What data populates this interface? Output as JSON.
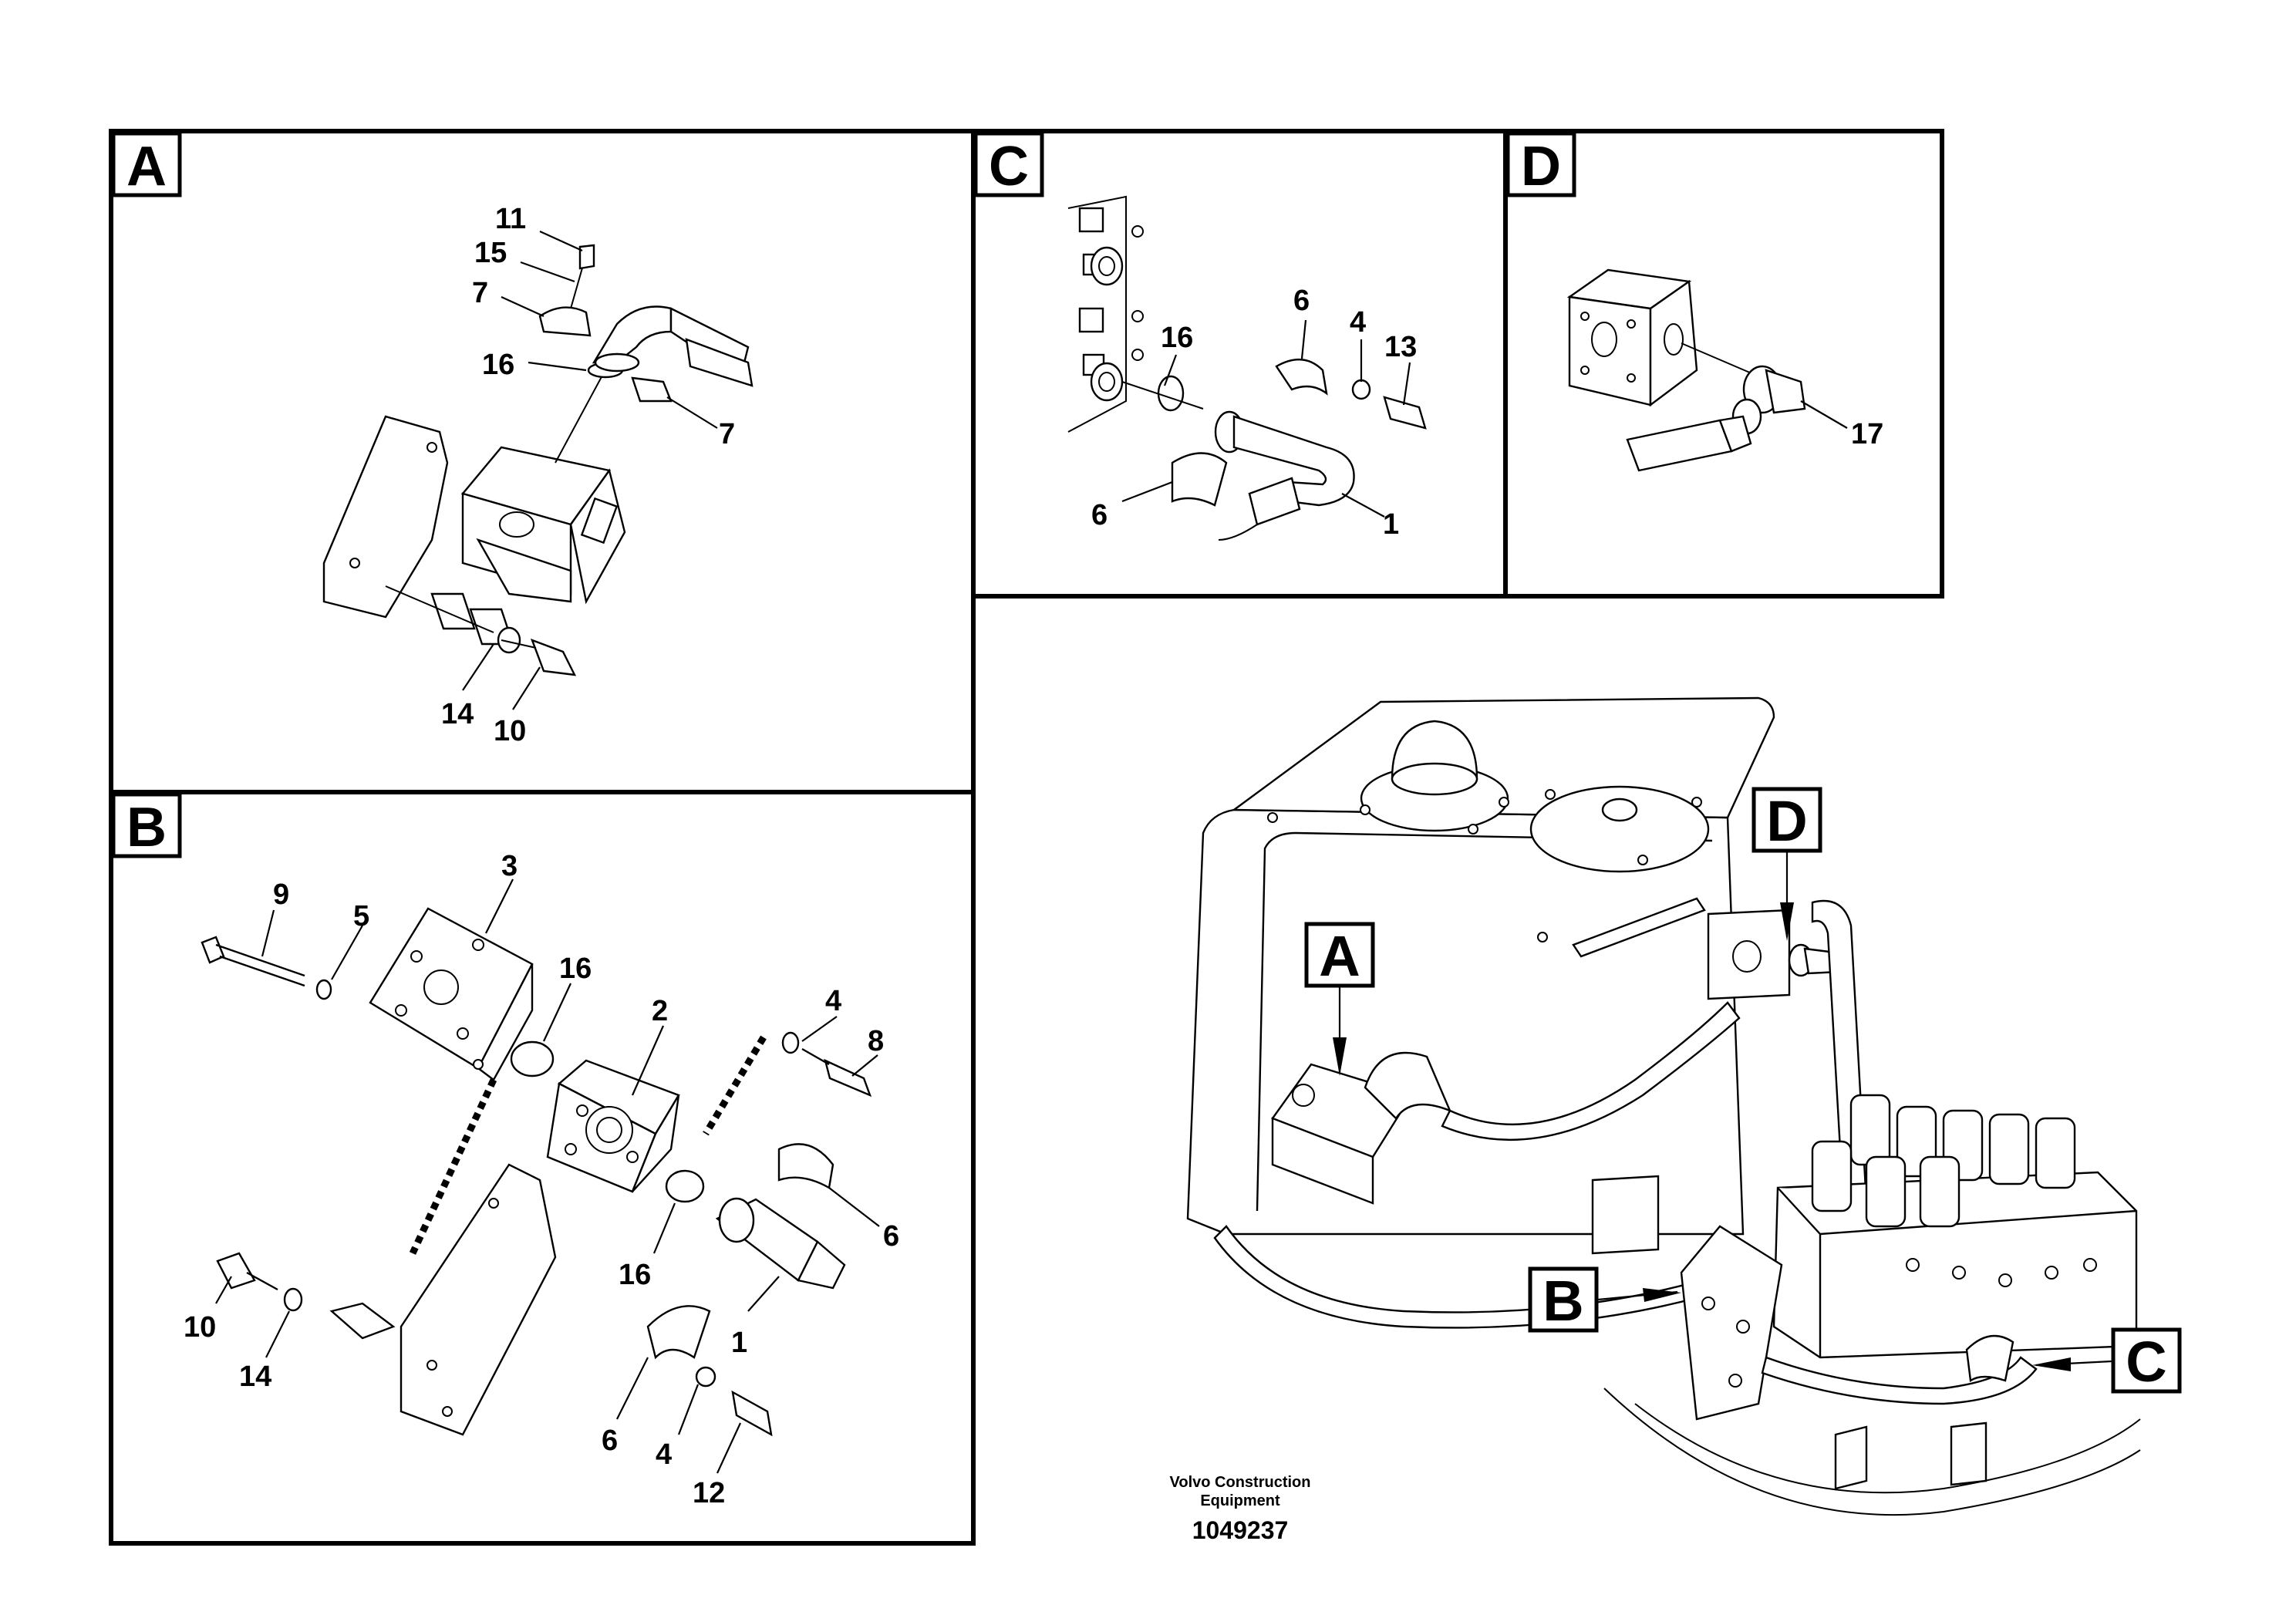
{
  "panels": {
    "A": {
      "letter": "A",
      "labels": [
        "11",
        "15",
        "7",
        "16",
        "7",
        "14",
        "10"
      ]
    },
    "B": {
      "letter": "B",
      "labels": [
        "9",
        "5",
        "3",
        "16",
        "2",
        "4",
        "8",
        "6",
        "16",
        "1",
        "10",
        "14",
        "6",
        "4",
        "12"
      ]
    },
    "C": {
      "letter": "C",
      "labels": [
        "16",
        "6",
        "4",
        "13",
        "6",
        "1"
      ]
    },
    "D": {
      "letter": "D",
      "labels": [
        "17"
      ]
    }
  },
  "overview": {
    "callouts": [
      "A",
      "B",
      "C",
      "D"
    ]
  },
  "footer": {
    "manufacturer_line1": "Volvo Construction",
    "manufacturer_line2": "Equipment",
    "drawing_number": "1049237"
  }
}
